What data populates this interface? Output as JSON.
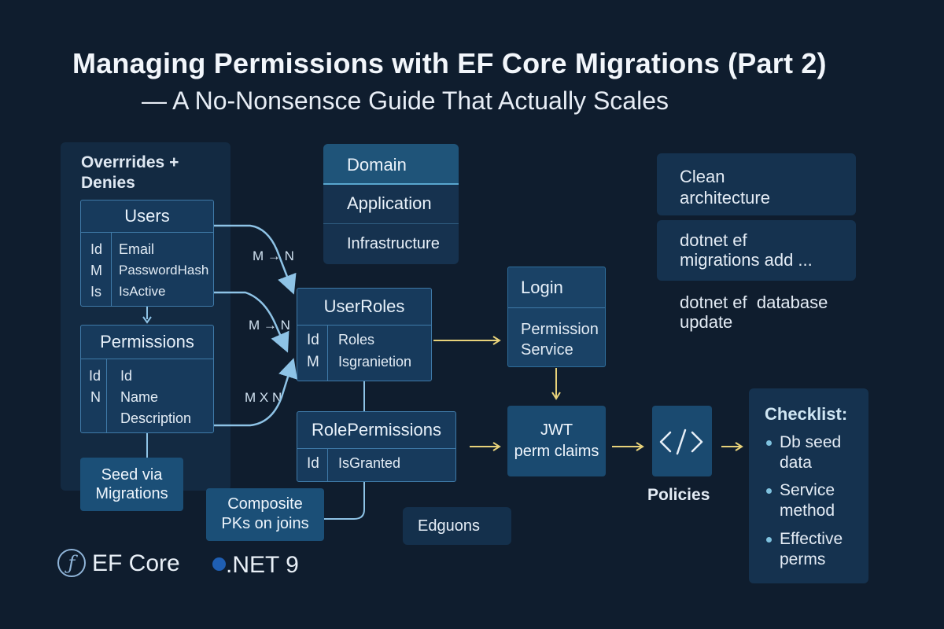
{
  "title": "Managing Permissions with EF Core Migrations (Part 2)",
  "subtitle": "— A No-Nonsensce Guide That Actually Scales",
  "left_panel": {
    "title": "Overrrides +\nDenies"
  },
  "users_table": {
    "name": "Users",
    "keys": [
      "Id",
      "M",
      "Is"
    ],
    "fields": [
      "Email",
      "PasswordHash",
      "IsActive"
    ]
  },
  "permissions_table": {
    "name": "Permissions",
    "keys": [
      "Id",
      "N"
    ],
    "fields": [
      "Id",
      "Name",
      "Description"
    ]
  },
  "user_roles_table": {
    "name": "UserRoles",
    "keys": [
      "Id",
      "M"
    ],
    "fields": [
      "Roles",
      "Isgranietion"
    ]
  },
  "role_permissions_table": {
    "name": "RolePermissions",
    "keys": [
      "Id"
    ],
    "fields": [
      "IsGranted"
    ]
  },
  "relations": {
    "users_userroles": "M → N",
    "users_userroles_2": "M → N",
    "permissions_userroles": "M X N"
  },
  "layers": [
    "Domain",
    "Application",
    "Infrastructure"
  ],
  "login_box": {
    "title": "Login",
    "service": "Permission\nService"
  },
  "jwt_box": "JWT\nperm claims",
  "policies": {
    "label": "Policies",
    "icon": "code-icon"
  },
  "cli_panel": {
    "heading": "Clean\narchitecture",
    "cmd_add": "dotnet ef\nmigrations add ...",
    "cmd_update": "dotnet ef  database\nupdate"
  },
  "checklist": {
    "title": "Checklist:",
    "items": [
      "Db seed\ndata",
      "Service\nmethod",
      "Effective\nperms"
    ]
  },
  "seed_chip": "Seed via\nMigrations",
  "composite_chip": "Composite\nPKs on joins",
  "edguons_chip": "Edguons",
  "footer": {
    "ef_logo_letter": "ƒ",
    "ef_core": "EF Core",
    "dotnet": ".NET 9"
  },
  "colors": {
    "background": "#0f1d2e",
    "box_fill": "#173a5c",
    "box_border": "#3f7aa8",
    "connector": "#8ec3e6",
    "arrow_yellow": "#e8d27a",
    "accent_blue": "#1f5fb3"
  }
}
